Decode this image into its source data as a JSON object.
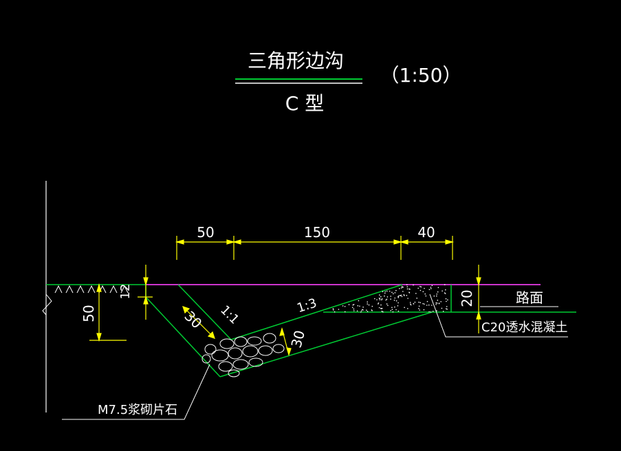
{
  "title": {
    "name": "三角形边沟",
    "scale": "（1:50）",
    "type": "C 型"
  },
  "dimensions": {
    "top_widths": [
      "50",
      "150",
      "40"
    ],
    "left_height": "50",
    "left_small": "12",
    "pavement_thickness": "20",
    "lining_thickness_left": "30",
    "lining_thickness_right": "30"
  },
  "slopes": {
    "left": "1:1",
    "right": "1:3"
  },
  "labels": {
    "pavement": "路面",
    "concrete": "C20透水混凝土",
    "masonry": "M7.5浆砌片石"
  },
  "colors": {
    "background": "#000000",
    "dimension": "#ffff00",
    "outline": "#00cc33",
    "road_surface": "#cc33cc",
    "text": "#ffffff",
    "leader": "#ffffff",
    "stone": "#ffffff",
    "title_rule_green": "#00cc33"
  }
}
